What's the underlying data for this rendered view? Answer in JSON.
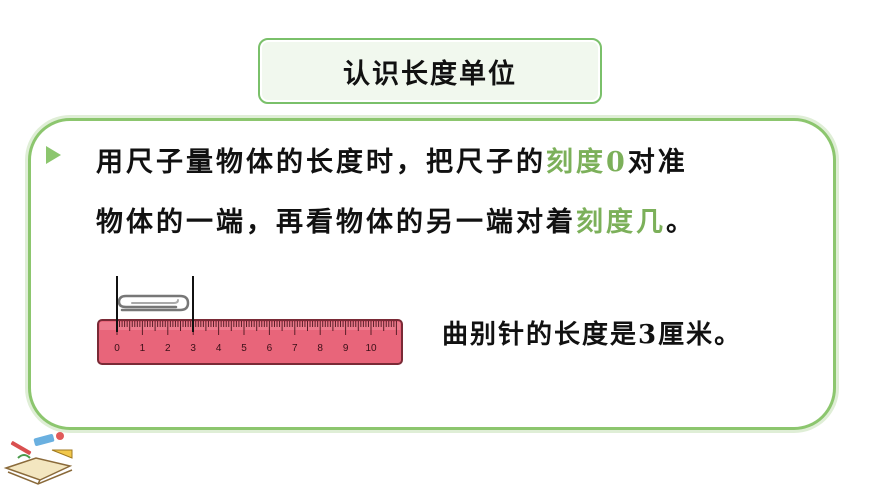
{
  "title": "认识长度单位",
  "content": {
    "line1_a": "用尺子量物体的长度时，把尺子的",
    "line1_green": "刻度0",
    "line1_b": "对准",
    "line2_a": "物体的一端，再看物体的另一端对着",
    "line2_green": "刻度几",
    "line2_b": "。"
  },
  "ruler": {
    "tick_labels": [
      "0",
      "1",
      "2",
      "3",
      "4",
      "5",
      "6",
      "7",
      "8",
      "9",
      "10"
    ]
  },
  "caption": "曲别针的长度是3厘米。",
  "colors": {
    "accent_green": "#8cc66e",
    "highlight_green": "#7cb05a",
    "ruler_pink": "#e8657a"
  },
  "icons": {
    "bullet": "triangle-bullet-icon",
    "paperclip": "paperclip-icon",
    "decoration": "book-and-stationery-icon"
  }
}
